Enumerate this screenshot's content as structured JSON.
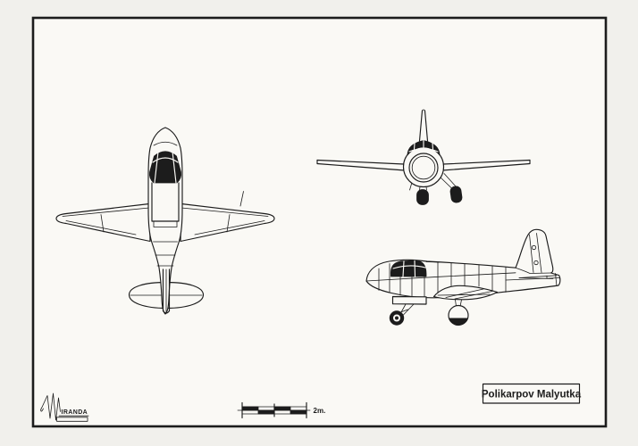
{
  "colors": {
    "ink": "#1c1c1c",
    "paper": "#faf9f5",
    "page_background": "#f1f0ec"
  },
  "title_box": {
    "label": "Polikarpov Malyutka"
  },
  "scale_bar": {
    "label": "2m."
  },
  "logo": {
    "text": "IRANDA"
  }
}
